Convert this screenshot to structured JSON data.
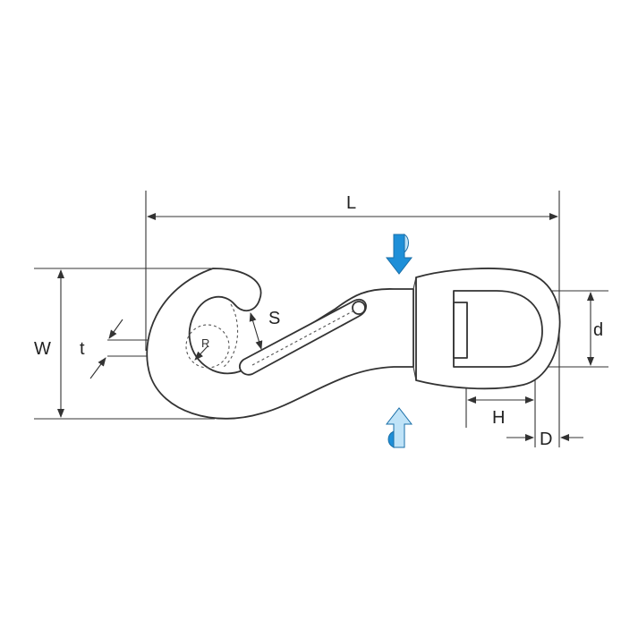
{
  "labels": {
    "L": "L",
    "W": "W",
    "t": "t",
    "S": "S",
    "R": "R",
    "d": "d",
    "H": "H",
    "D": "D"
  },
  "colors": {
    "line": "#333333",
    "arrow_dark": "#1e8fd8",
    "arrow_light": "#bfe3f8",
    "background": "#ffffff"
  },
  "icons": {
    "down": "rotate-down-arrow-icon",
    "up": "rotate-up-arrow-icon"
  }
}
